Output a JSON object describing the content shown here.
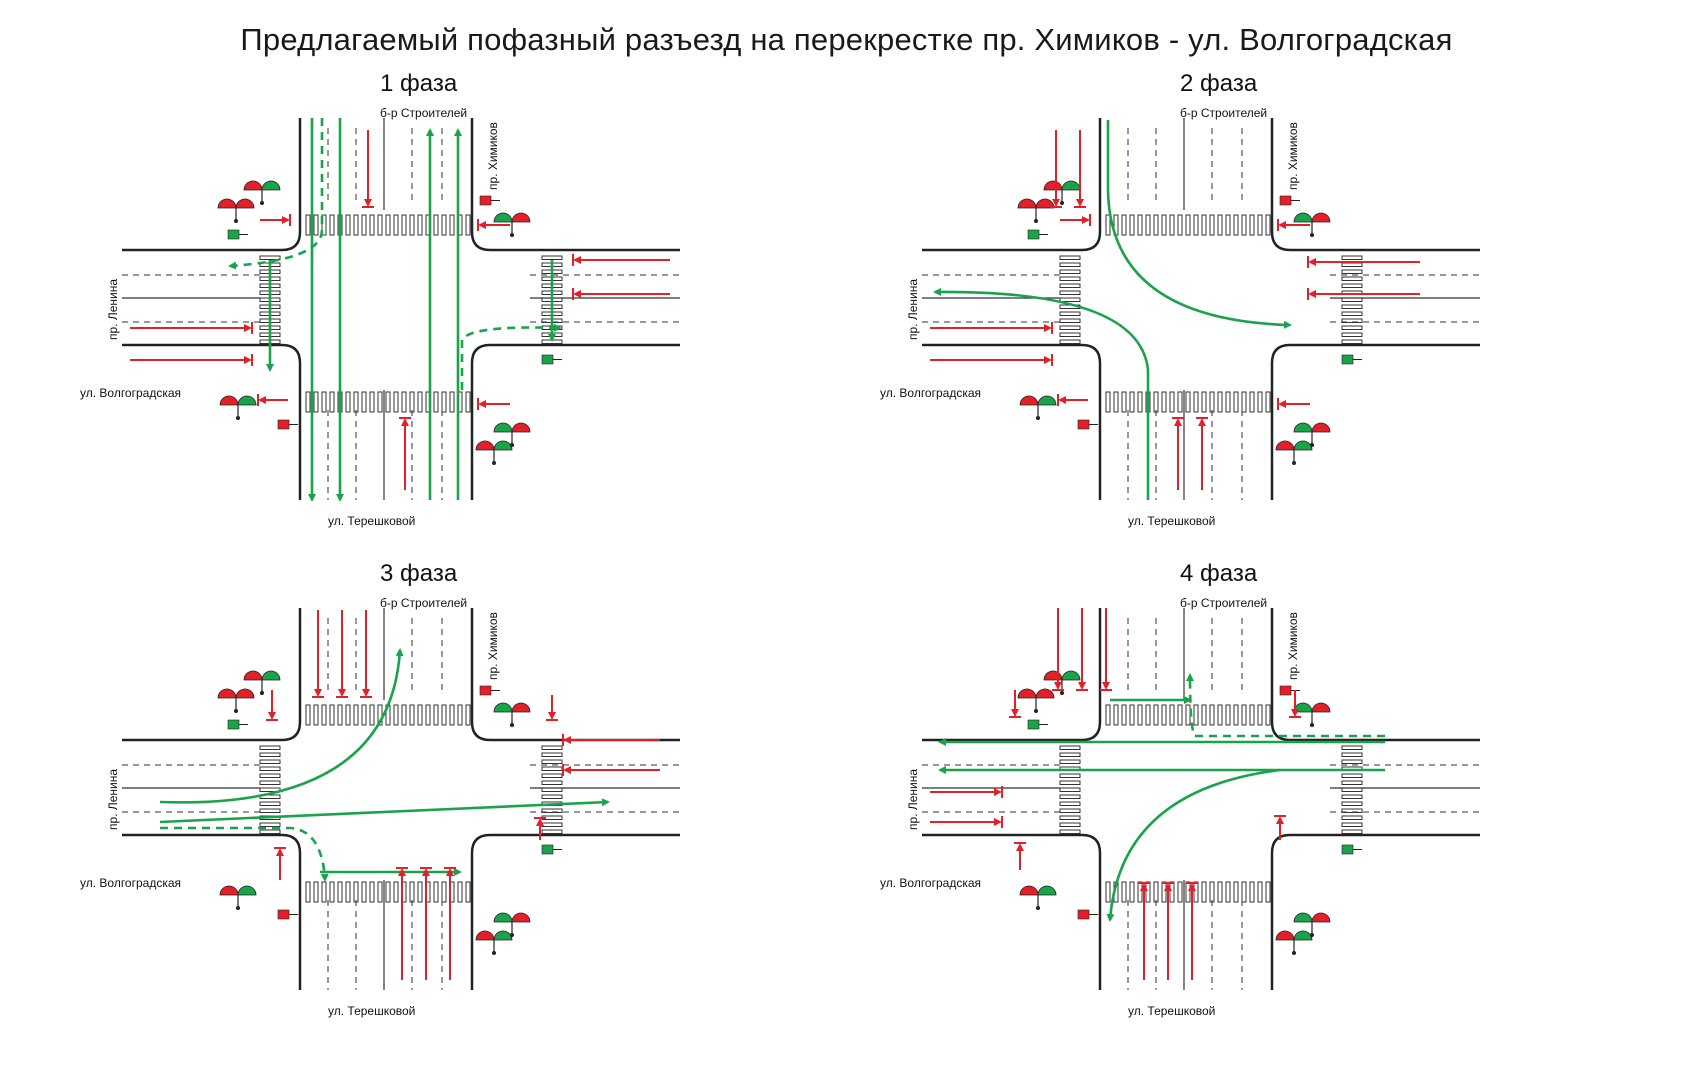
{
  "title": "Предлагаемый пофазный разъезд на перекрестке пр. Химиков - ул. Волгоградская",
  "streets": {
    "north": "б-р Строителей",
    "east_vertical": "пр. Химиков",
    "west_vertical": "пр. Ленина",
    "west": "ул. Волгоградская",
    "south": "ул. Терешковой"
  },
  "phases": [
    {
      "label": "1 фаза"
    },
    {
      "label": "2 фаза"
    },
    {
      "label": "3 фаза"
    },
    {
      "label": "4 фаза"
    }
  ],
  "colors": {
    "permitted": "#1aa34a",
    "prohibited": "#e3202a",
    "road_edge": "#222222"
  }
}
